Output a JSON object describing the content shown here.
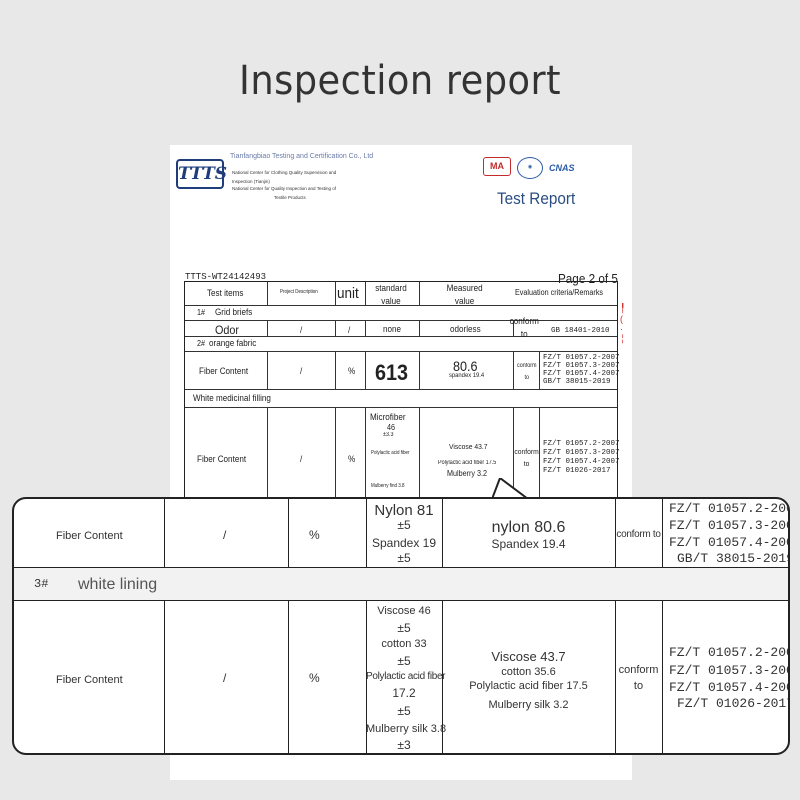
{
  "page_title": "Inspection report",
  "header": {
    "logo_text": "TTTS",
    "org_name": "Tianfangbiao Testing and Certification Co., Ltd",
    "org_lines": [
      "National Center for Clothing Quality Supervision and",
      "Inspection (Tianjin)",
      "National Center for Quality Inspection and Testing of",
      "Textile Products"
    ],
    "cert_ma": "MA",
    "cert_cnas": "CNAS",
    "test_report": "Test Report"
  },
  "report_no": "TTTS-WT24142493",
  "page_no": "Page 2 of 5",
  "original_table": {
    "headers": {
      "test_items": "Test items",
      "project_desc": "Project Description",
      "unit": "unit",
      "standard": "standard value",
      "measured": "Measured value",
      "evaluation": "Evaluation criteria/Remarks"
    },
    "section1": {
      "num": "1#",
      "name": "Grid briefs"
    },
    "odor_row": {
      "item": "Odor",
      "desc": "/",
      "unit": "/",
      "standard": "none",
      "measured": "odorless",
      "result": "conform to",
      "criteria": "GB 18401-2010"
    },
    "section2": {
      "num": "2#",
      "name": "orange fabric"
    },
    "fiber_row1": {
      "item": "Fiber Content",
      "desc": "/",
      "unit": "%",
      "standard": "613",
      "measured_main": "80.6",
      "measured_sub": "spandex 19.4",
      "result": "conform to",
      "criteria": [
        "FZ/T 01057.2-2007",
        "FZ/T 01057.3-2007",
        "FZ/T 01057.4-2007",
        "GB/T 38015-2019"
      ]
    },
    "section_white": {
      "name": "White medicinal filling"
    },
    "fiber_row2": {
      "item": "Fiber Content",
      "desc": "/",
      "unit": "%",
      "standard_lines": [
        "Microfiber",
        "46",
        "±3.3",
        "Polylactic acid fiber",
        "Mulberry find 3.8"
      ],
      "measured_lines": [
        "Viscose 43.7",
        "Polylactic acid fiber 17.5",
        "Mulberry 3.2"
      ],
      "result": "conform to",
      "criteria": [
        "FZ/T 01057.2-2007",
        "FZ/T 01057.3-2007",
        "FZ/T 01057.4-2007",
        "FZ/T 01026-2017"
      ]
    }
  },
  "zoom_table": {
    "row1": {
      "item": "Fiber Content",
      "desc": "/",
      "unit": "%",
      "standard": [
        "Nylon 81",
        "±5",
        "Spandex 19",
        "±5"
      ],
      "measured": [
        "nylon 80.6",
        "Spandex 19.4"
      ],
      "result": "conform to",
      "criteria": [
        "FZ/T 01057.2-200",
        "FZ/T 01057.3-200",
        "FZ/T 01057.4-200",
        "GB/T 38015-2019"
      ]
    },
    "section": {
      "num": "3#",
      "name": "white lining"
    },
    "row2": {
      "item": "Fiber Content",
      "desc": "/",
      "unit": "%",
      "standard": [
        "Viscose 46",
        "±5",
        "cotton 33",
        "±5",
        "Polylactic acid fiber",
        "17.2",
        "±5",
        "Mulberry silk 3.8",
        "±3"
      ],
      "measured": [
        "Viscose 43.7",
        "cotton 35.6",
        "Polylactic acid fiber 17.5",
        "Mulberry silk 3.2"
      ],
      "result": [
        "conform",
        "to"
      ],
      "criteria": [
        "FZ/T 01057.2-200",
        "FZ/T 01057.3-200",
        "FZ/T 01057.4-200",
        "FZ/T 01026-2017"
      ]
    }
  }
}
